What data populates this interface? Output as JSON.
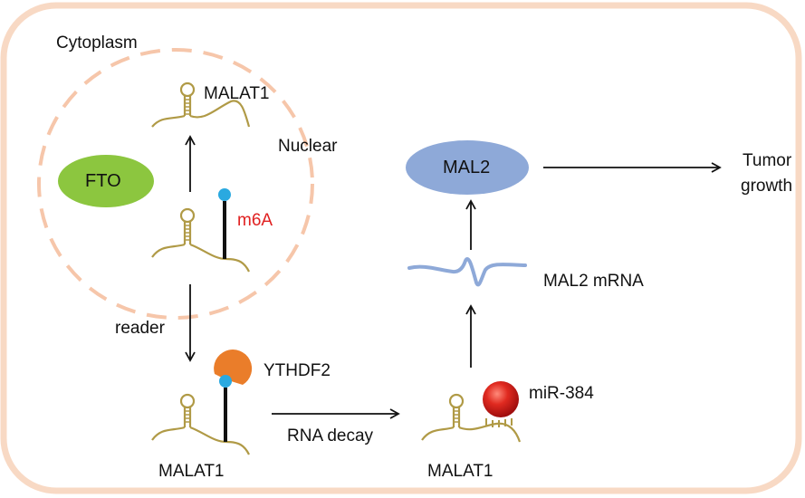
{
  "labels": {
    "cytoplasm": "Cytoplasm",
    "nuclear": "Nuclear",
    "fto": "FTO",
    "malat1_top": "MALAT1",
    "m6a": "m6A",
    "reader": "reader",
    "ythdf2": "YTHDF2",
    "malat1_bottom_left": "MALAT1",
    "rna_decay": "RNA decay",
    "malat1_bottom_right": "MALAT1",
    "mir384": "miR-384",
    "mal2_mrna": "MAL2 mRNA",
    "mal2": "MAL2",
    "tumor_line1": "Tumor",
    "tumor_line2": "growth"
  },
  "colors": {
    "cell_border": "#f8d9c4",
    "nucleus_border": "#f6c6aa",
    "fto_fill": "#8cc63f",
    "mal2_fill": "#8ea9d8",
    "rna_strand": "#b09a46",
    "m6a_dot": "#2aa9e0",
    "ythdf2_fill": "#ea7d2a",
    "mir384_fill": "#d42020",
    "mrna_wave": "#8ea9d8",
    "arrow": "#111111",
    "m6a_text": "#e02020"
  }
}
